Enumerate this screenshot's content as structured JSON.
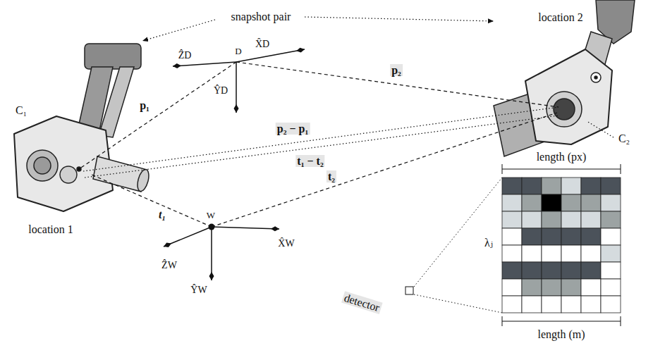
{
  "diagram": {
    "nodes": [
      {
        "text": [
          "detector"
        ]
      }
    ],
    "labels": [
      "snapshot pair",
      "location 1",
      "location 2",
      "C₁",
      "C₂",
      "p₁",
      "p₂",
      "p₂ − p₁",
      "t₁ − t₂",
      "t₂",
      "t₁",
      "D",
      "ẐD",
      "X̂D",
      "ŶD",
      "W",
      "ẐW",
      "X̂W",
      "ŶW",
      "length (px)",
      "λⱼ",
      "length (m)"
    ]
  }
}
